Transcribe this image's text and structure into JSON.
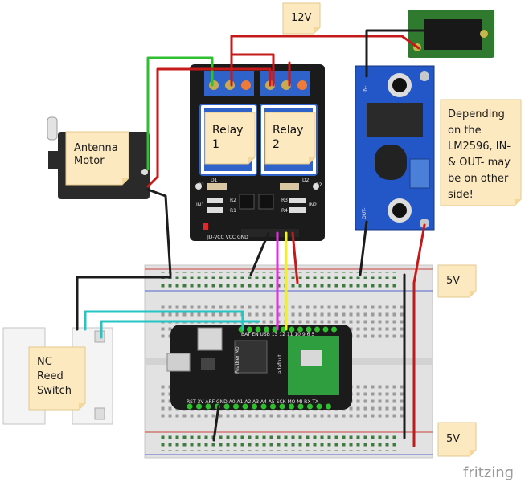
{
  "notes": {
    "voltage_12v": "12V",
    "antenna_motor": [
      "Antenna",
      "Motor"
    ],
    "relay1": [
      "Relay",
      "1"
    ],
    "relay2": [
      "Relay",
      "2"
    ],
    "lm2596_note": [
      "Depending",
      "on the",
      "LM2596, IN-",
      "& OUT- may",
      "be on other",
      "side!"
    ],
    "reed_switch": [
      "NC",
      "Reed",
      "Switch"
    ],
    "rail_5v_top": "5V",
    "rail_5v_bottom": "5V"
  },
  "relay_board_labels": {
    "q1": "Q1",
    "q2": "Q2",
    "d1": "D1",
    "d2": "D2",
    "r1": "R1",
    "r2": "R2",
    "r3": "R3",
    "r4": "R4",
    "in1": "IN1",
    "in2": "IN2",
    "pins": "JD-VCC  VCC  GND"
  },
  "converter_labels": {
    "in": "IN-",
    "out": "OUT-"
  },
  "feather_labels": {
    "top_pins": "BAT EN USB 13 12 11 10 9 6 5",
    "bottom_pins": "RST 3V ARF GND A0 A1 A2 A3 A4 A5 SCK MO MI RX TX",
    "brand": "adafruit",
    "model": "Feather M0"
  },
  "brand_name": "fritzing",
  "colors": {
    "wire_red": "#c41a1a",
    "wire_black": "#1c1c1c",
    "wire_green": "#2fbf2f",
    "wire_cyan": "#27c4c4",
    "wire_magenta": "#e030e0",
    "wire_yellow": "#f2ee2e",
    "note_fill": "#fde9c0",
    "relay_board": "#1b1b1b",
    "converter": "#2356c7",
    "jack": "#2f7a2f"
  }
}
